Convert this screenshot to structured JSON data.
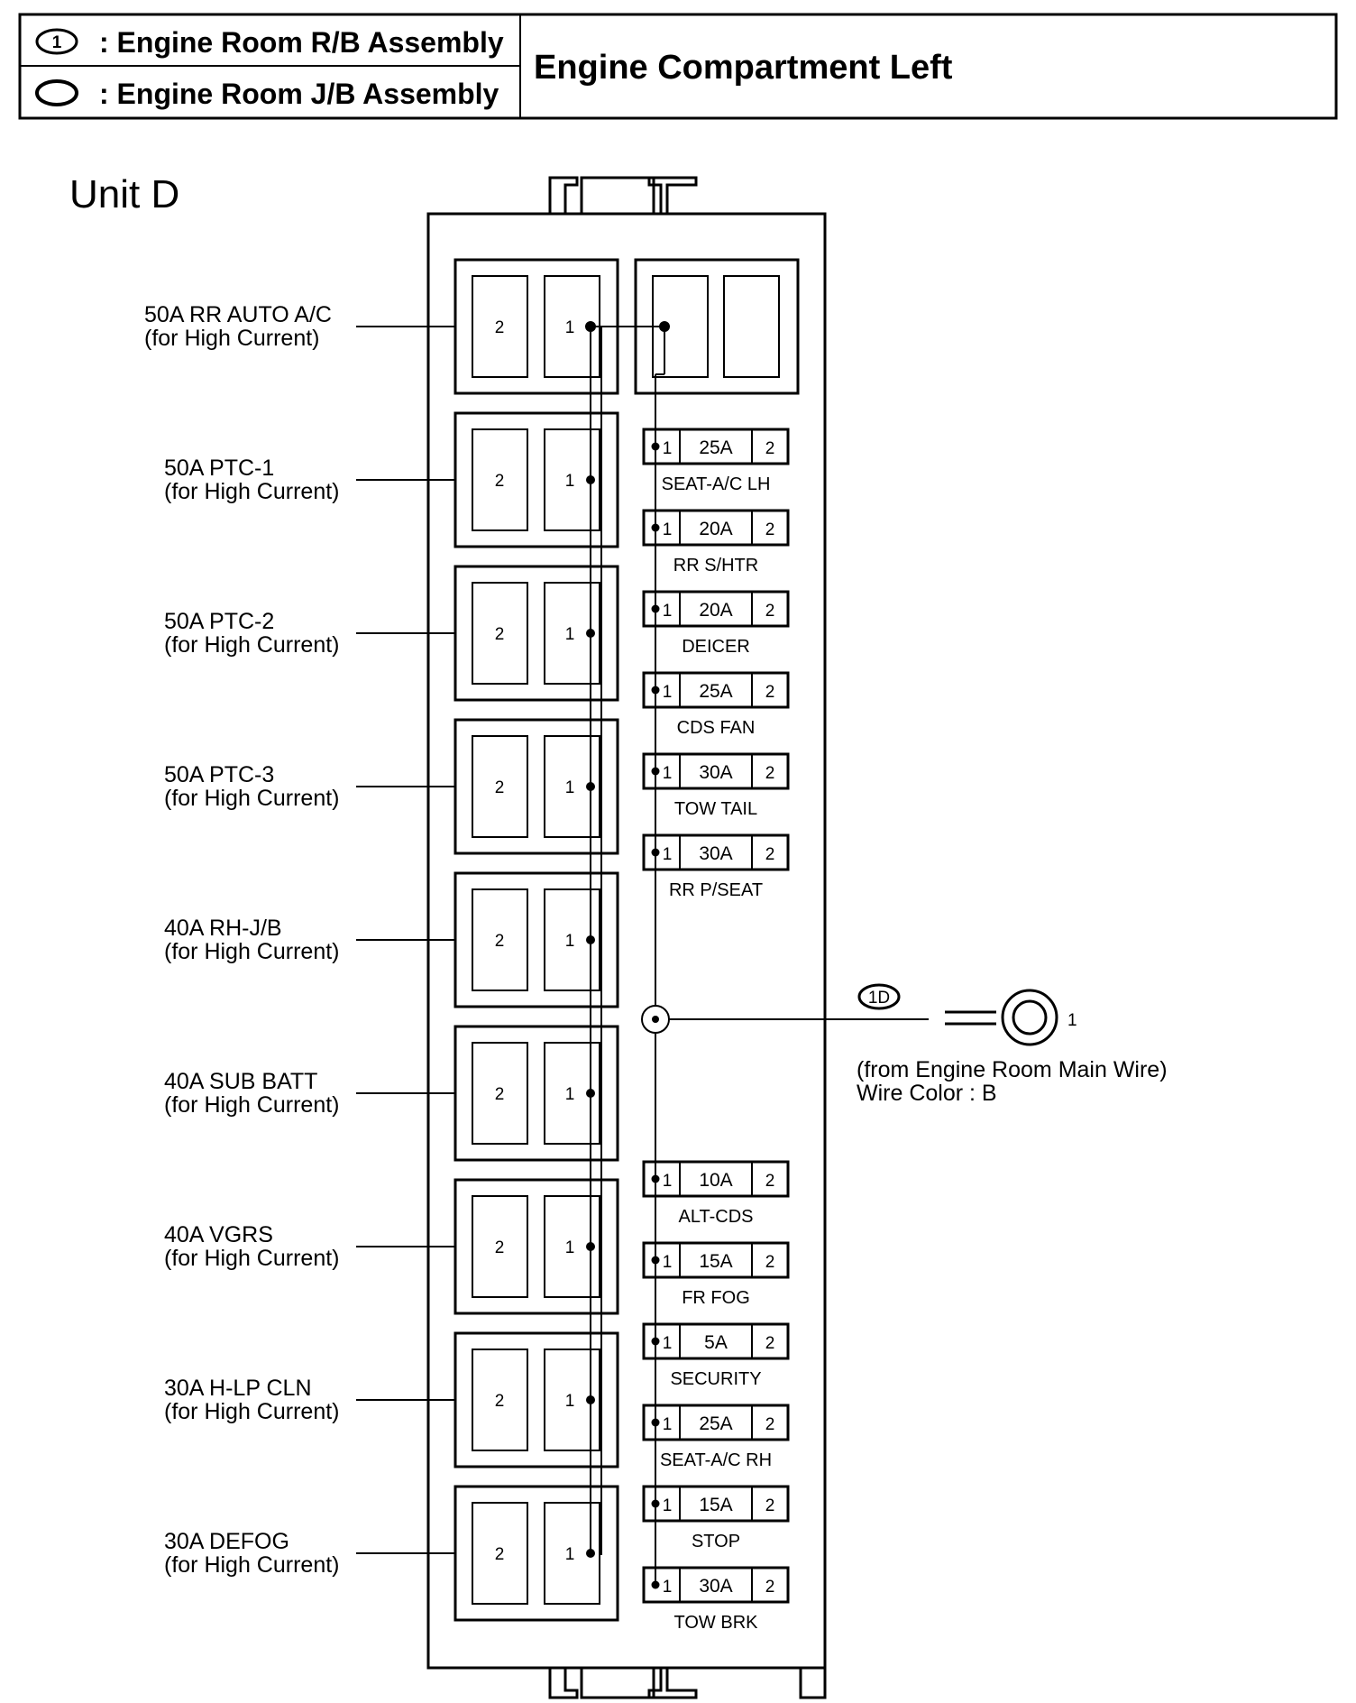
{
  "header": {
    "legend_rb_symbol": "1",
    "legend_rb_text": ": Engine Room R/B Assembly",
    "legend_jb_text": ": Engine Room J/B Assembly",
    "title": "Engine Compartment Left"
  },
  "unit_label": "Unit D",
  "relays": [
    {
      "name": "50A RR AUTO A/C",
      "note": "(for High Current)",
      "pin_a": "2",
      "pin_b": "1"
    },
    {
      "name": "50A PTC-1",
      "note": "(for High Current)",
      "pin_a": "2",
      "pin_b": "1"
    },
    {
      "name": "50A PTC-2",
      "note": "(for High Current)",
      "pin_a": "2",
      "pin_b": "1"
    },
    {
      "name": "50A PTC-3",
      "note": "(for High Current)",
      "pin_a": "2",
      "pin_b": "1"
    },
    {
      "name": "40A RH-J/B",
      "note": "(for High Current)",
      "pin_a": "2",
      "pin_b": "1"
    },
    {
      "name": "40A SUB BATT",
      "note": "(for High Current)",
      "pin_a": "2",
      "pin_b": "1"
    },
    {
      "name": "40A VGRS",
      "note": "(for High Current)",
      "pin_a": "2",
      "pin_b": "1"
    },
    {
      "name": "30A H-LP CLN",
      "note": "(for High Current)",
      "pin_a": "2",
      "pin_b": "1"
    },
    {
      "name": "30A DEFOG",
      "note": "(for High Current)",
      "pin_a": "2",
      "pin_b": "1"
    }
  ],
  "fuses": [
    {
      "amp": "25A",
      "name": "SEAT-A/C LH",
      "pin1": "1",
      "pin2": "2"
    },
    {
      "amp": "20A",
      "name": "RR S/HTR",
      "pin1": "1",
      "pin2": "2"
    },
    {
      "amp": "20A",
      "name": "DEICER",
      "pin1": "1",
      "pin2": "2"
    },
    {
      "amp": "25A",
      "name": "CDS FAN",
      "pin1": "1",
      "pin2": "2"
    },
    {
      "amp": "30A",
      "name": "TOW TAIL",
      "pin1": "1",
      "pin2": "2"
    },
    {
      "amp": "30A",
      "name": "RR P/SEAT",
      "pin1": "1",
      "pin2": "2"
    },
    {
      "amp": "10A",
      "name": "ALT-CDS",
      "pin1": "1",
      "pin2": "2"
    },
    {
      "amp": "15A",
      "name": "FR FOG",
      "pin1": "1",
      "pin2": "2"
    },
    {
      "amp": "5A",
      "name": "SECURITY",
      "pin1": "1",
      "pin2": "2"
    },
    {
      "amp": "25A",
      "name": "SEAT-A/C RH",
      "pin1": "1",
      "pin2": "2"
    },
    {
      "amp": "15A",
      "name": "STOP",
      "pin1": "1",
      "pin2": "2"
    },
    {
      "amp": "30A",
      "name": "TOW BRK",
      "pin1": "1",
      "pin2": "2"
    }
  ],
  "connector": {
    "code": "1D",
    "terminal": "1",
    "source": "(from Engine Room Main Wire)",
    "wire_color": "Wire Color : B"
  }
}
